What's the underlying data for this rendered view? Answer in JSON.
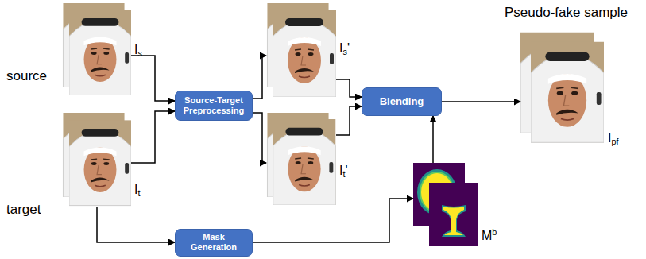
{
  "diagram": {
    "nodes": [
      {
        "text": [
          "Is"
        ]
      },
      {
        "text": [
          "It"
        ]
      },
      {
        "text": [
          "Source-Target Preprocessing"
        ]
      },
      {
        "text": [
          "Is'"
        ]
      },
      {
        "text": [
          "It'"
        ]
      },
      {
        "text": [
          "Blending"
        ]
      },
      {
        "text": [
          "Mask Generation"
        ]
      },
      {
        "text": [
          "Mb"
        ]
      },
      {
        "text": [
          "Pseudo-fake sample",
          "Ipf"
        ]
      }
    ],
    "edges": [
      {
        "from": 0,
        "to": 2,
        "arrow": "to"
      },
      {
        "from": 1,
        "to": 2,
        "arrow": "to"
      },
      {
        "from": 2,
        "to": 3,
        "arrow": "to"
      },
      {
        "from": 2,
        "to": 4,
        "arrow": "to"
      },
      {
        "from": 3,
        "to": 5,
        "arrow": "to"
      },
      {
        "from": 4,
        "to": 5,
        "arrow": "to"
      },
      {
        "from": 1,
        "to": 6,
        "arrow": "to"
      },
      {
        "from": 6,
        "to": 7,
        "arrow": "to"
      },
      {
        "from": 7,
        "to": 5,
        "arrow": "to"
      },
      {
        "from": 5,
        "to": 8,
        "arrow": "to"
      }
    ],
    "labels": [
      "source",
      "target"
    ]
  }
}
